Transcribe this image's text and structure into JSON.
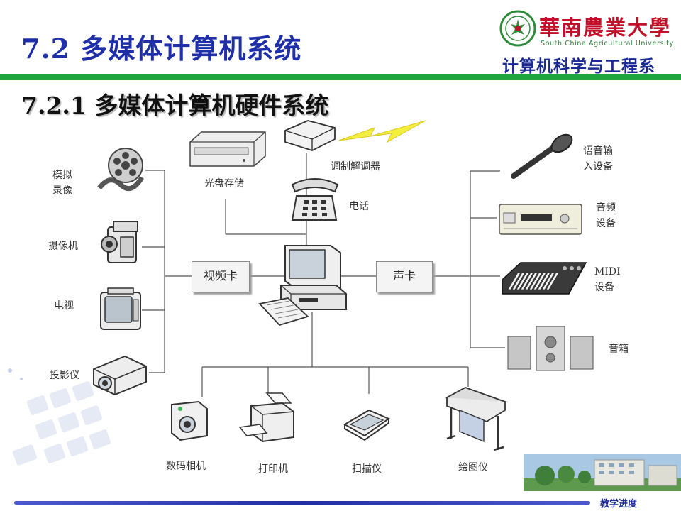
{
  "header": {
    "slide_title": "7.2 多媒体计算机系统",
    "section_title": "7.2.1  多媒体计算机硬件系统",
    "university_cn": "華南農業大學",
    "university_en": "South China Agricultural University",
    "department": "计算机科学与工程系"
  },
  "diagram": {
    "left_devices": [
      {
        "line1": "模拟",
        "line2": "录像"
      },
      {
        "line1": "摄像机",
        "line2": ""
      },
      {
        "line1": "电视",
        "line2": ""
      },
      {
        "line1": "投影仪",
        "line2": ""
      }
    ],
    "top_devices": {
      "cdrom": "光盘存储",
      "modem": "调制解调器",
      "phone": "电话"
    },
    "cards": {
      "video": "视频卡",
      "sound": "声卡"
    },
    "right_devices": [
      {
        "line1": "语音输",
        "line2": "入设备"
      },
      {
        "line1": "音频",
        "line2": "设备"
      },
      {
        "line1": "MIDI",
        "line2": "设备"
      },
      {
        "line1": "音箱",
        "line2": ""
      }
    ],
    "bottom_devices": [
      "数码相机",
      "打印机",
      "扫描仪",
      "绘图仪"
    ]
  },
  "footer": {
    "progress_link": "教学进度"
  },
  "colors": {
    "title_blue": "#1f2fa8",
    "accent_green": "#1fa53d",
    "university_red": "#c0102a"
  }
}
